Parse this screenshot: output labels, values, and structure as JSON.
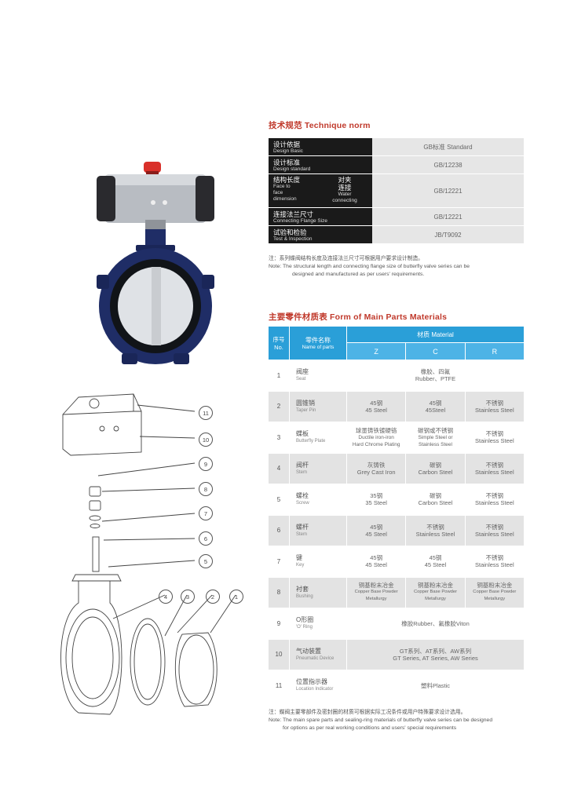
{
  "technique": {
    "title": "技术规范 Technique norm",
    "rows": [
      {
        "zh": "设计依据",
        "en": "Design Basic",
        "value": "GB标准 Standard"
      },
      {
        "zh": "设计标准",
        "en": "Design standard",
        "value": "GB/12238"
      },
      {
        "zh": "结构长度",
        "en_lines": [
          "Face to",
          "face",
          "dimension"
        ],
        "zh2": "对夹",
        "zh3": "连接",
        "en2_lines": [
          "Water",
          "connecting"
        ],
        "value": "GB/12221"
      },
      {
        "zh": "连接法兰尺寸",
        "en": "Connecting Flange Size",
        "value": "GB/12221"
      },
      {
        "zh": "试验和检验",
        "en": "Test & Inspection",
        "value": "JB/T9092"
      }
    ],
    "note_zh": "注：系列蝶阀结构长度及连接法兰尺寸可根据用户要求设计制造。",
    "note_en1": "Note: The structural length and connecting flange size of butterfly valve series can be",
    "note_en2": "designed and manufactured as per users' requirements."
  },
  "materials": {
    "title": "主要零件材质表 Form of Main Parts Materials",
    "head_no_zh": "序号",
    "head_no_en": "No.",
    "head_name_zh": "零件名称",
    "head_name_en": "Name of parts",
    "head_mat": "材质 Material",
    "cols": [
      "Z",
      "C",
      "R"
    ],
    "rows": [
      {
        "no": "1",
        "zh": "阀座",
        "en": "Seat",
        "merged": [
          "橡胶、四氟",
          "Rubber、PTFE"
        ]
      },
      {
        "no": "2",
        "zh": "圆锥销",
        "en": "Taper Pin",
        "cells": [
          [
            "45钢",
            "45 Steel"
          ],
          [
            "45钢",
            "45Steel"
          ],
          [
            "不锈钢",
            "Stainless Steel"
          ]
        ]
      },
      {
        "no": "3",
        "zh": "蝶板",
        "en": "Butterfly Plate",
        "cells": [
          [
            "球墨铸铁镀硬铬",
            "Ductile iron-iron",
            "Hard Chrome Plating"
          ],
          [
            "碳钢或不锈钢",
            "Simple Steel or",
            "Stainless Steel"
          ],
          [
            "不锈钢",
            "Stainless Steel"
          ]
        ]
      },
      {
        "no": "4",
        "zh": "阀杆",
        "en": "Stem",
        "cells": [
          [
            "灰铸铁",
            "Grey Cast Iron"
          ],
          [
            "碳钢",
            "Carbon Steel"
          ],
          [
            "不锈钢",
            "Stainless Steel"
          ]
        ]
      },
      {
        "no": "5",
        "zh": "螺栓",
        "en": "Screw",
        "cells": [
          [
            "35钢",
            "35 Steel"
          ],
          [
            "碳钢",
            "Carbon Steel"
          ],
          [
            "不锈钢",
            "Stainless Steel"
          ]
        ]
      },
      {
        "no": "6",
        "zh": "螺杆",
        "en": "Stem",
        "cells": [
          [
            "45钢",
            "45 Steel"
          ],
          [
            "不锈钢",
            "Stainless Steel"
          ],
          [
            "不锈钢",
            "Stainless Steel"
          ]
        ]
      },
      {
        "no": "7",
        "zh": "键",
        "en": "Key",
        "cells": [
          [
            "45钢",
            "45 Steel"
          ],
          [
            "45钢",
            "45 Steel"
          ],
          [
            "不锈钢",
            "Stainless Steel"
          ]
        ]
      },
      {
        "no": "8",
        "zh": "衬套",
        "en": "Bushing",
        "cells": [
          [
            "铜基粉末冶金",
            "Copper Base Powder",
            "Metallurgy"
          ],
          [
            "铜基粉末冶金",
            "Copper Base Powder",
            "Metallurgy"
          ],
          [
            "铜基粉末冶金",
            "Copper Base Powder",
            "Metallurgy"
          ]
        ]
      },
      {
        "no": "9",
        "zh": "O形圈",
        "en": "'O' Ring",
        "merged": [
          "橡胶Rubber、氟橡胶Viton"
        ]
      },
      {
        "no": "10",
        "zh": "气动装置",
        "en": "Pneumatic Device",
        "merged": [
          "GT系列、AT系列、AW系列",
          "GT Series, AT Series, AW Series"
        ]
      },
      {
        "no": "11",
        "zh": "位置指示器",
        "en": "Location Indicator",
        "merged": [
          "塑料Plastic"
        ]
      }
    ],
    "note_zh": "注：蝶阀主要零部件及密封圈的材质可根据实际工况条件或用户特殊要求设计选用。",
    "note_en1": "Note: The main spare parts and sealing-ring materials of butterfly valve series can be designed",
    "note_en2": "for options as per real working conditions and users' special requirements"
  },
  "callouts": [
    "11",
    "10",
    "9",
    "8",
    "7",
    "6",
    "5",
    "4",
    "3",
    "2",
    "1"
  ],
  "colors": {
    "title_red": "#c0392b",
    "header_blue": "#2a9fd8",
    "header_light_blue": "#4db3e6",
    "label_black": "#1a1a1a",
    "row_gray": "#e3e3e3",
    "valve_body_navy": "#1f2d66",
    "actuator_silver": "#b8bcc2",
    "indicator_red": "#d9302a"
  }
}
